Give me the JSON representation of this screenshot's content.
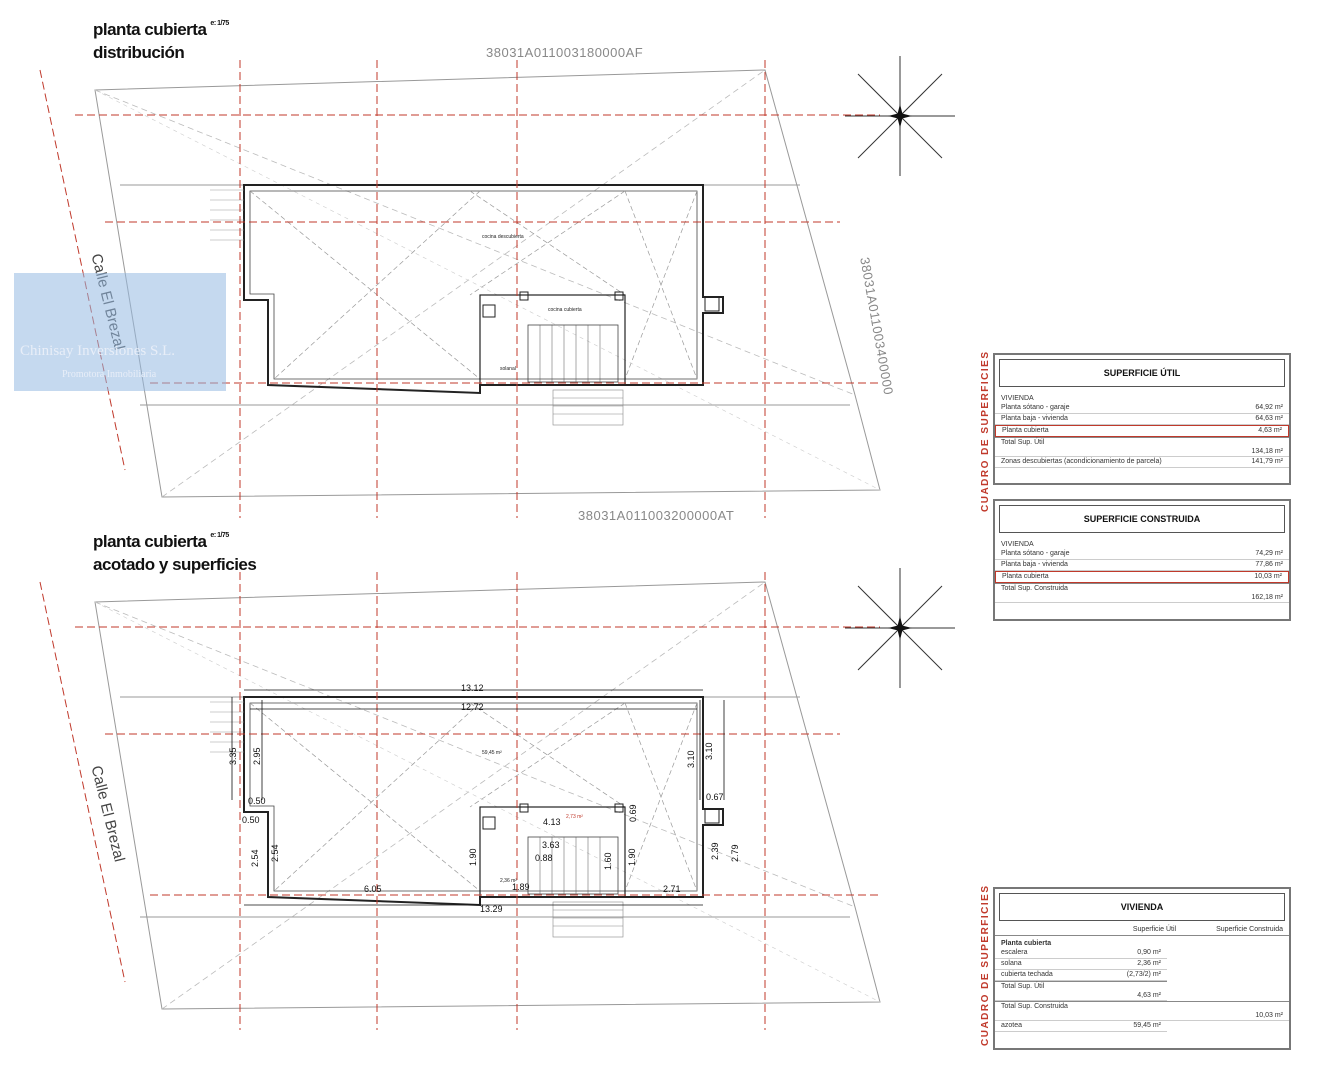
{
  "plans": [
    {
      "title": "planta cubierta",
      "scale": "e: 1/75",
      "subtitle": "distribución",
      "cadastral_top": "38031A011003180000AF",
      "cadastral_right": "38031A011003400000",
      "cadastral_bottom": "38031A011003200000AT",
      "street": "Calle El Brezal",
      "room_labels": [
        "cocina descubierta",
        "cocina cubierta",
        "solanal"
      ]
    },
    {
      "title": "planta cubierta",
      "scale": "e: 1/75",
      "subtitle": "acotado y superficies",
      "street": "Calle El Brezal",
      "area_label": "59,45 m²",
      "area_label_2": "2,73 m²",
      "area_label_3": "2,36 m²",
      "dimensions": {
        "top_outer": "13.12",
        "top_inner": "12.72",
        "left_a": "3.35",
        "left_b": "2.95",
        "left_c": "0.50",
        "left_d": "0.50",
        "left_e": "2.54",
        "left_f": "2.54",
        "bottom_outer": "13.29",
        "bottom_left": "6.05",
        "bottom_right": "2.71",
        "right_a": "3.10",
        "right_b": "3.10",
        "right_c": "0.67",
        "right_d": "2.39",
        "right_e": "2.79",
        "stair_w": "4.13",
        "stair_a": "0.69",
        "stair_b": "1.90",
        "stair_c": "1.90",
        "stair_d": "1.60",
        "stair_e": "0.88",
        "stair_f": "1.89",
        "stair_g": "3.63"
      }
    }
  ],
  "watermark": {
    "name": "Chinisay Inversiones S.L.",
    "subtitle": "Promotora Inmobiliaria"
  },
  "side_label": "CUADRO DE SUPERFICIES",
  "table_util": {
    "title": "SUPERFICIE ÚTIL",
    "section": "VIVIENDA",
    "rows": [
      {
        "label": "Planta sótano - garaje",
        "value": "64,92 m²"
      },
      {
        "label": "Planta baja - vivienda",
        "value": "64,63 m²"
      },
      {
        "label": "Planta cubierta",
        "value": "4,63 m²"
      }
    ],
    "total_label": "Total Sup. Útil",
    "total_value": "134,18 m²",
    "extra_label": "Zonas descubiertas (acondicionamiento de parcela)",
    "extra_value": "141,79 m²"
  },
  "table_construida": {
    "title": "SUPERFICIE CONSTRUIDA",
    "section": "VIVIENDA",
    "rows": [
      {
        "label": "Planta sótano - garaje",
        "value": "74,29 m²"
      },
      {
        "label": "Planta baja - vivienda",
        "value": "77,86 m²"
      },
      {
        "label": "Planta cubierta",
        "value": "10,03 m²"
      }
    ],
    "total_label": "Total Sup. Construida",
    "total_value": "162,18 m²"
  },
  "table_vivienda": {
    "title": "VIVIENDA",
    "col_util": "Superficie Útil",
    "col_construida": "Superficie Construida",
    "section": "Planta cubierta",
    "rows": [
      {
        "label": "escalera",
        "value": "0,90 m²"
      },
      {
        "label": "solana",
        "value": "2,36 m²"
      },
      {
        "label": "cubierta techada",
        "value": "(2,73/2) m²"
      }
    ],
    "total_util_label": "Total Sup. Útil",
    "total_util_value": "4,63 m²",
    "total_construida_label": "Total Sup. Construida",
    "total_construida_value": "10,03 m²",
    "extra_label": "azotea",
    "extra_value": "59,45 m²"
  },
  "colors": {
    "grid_red": "#c0392b",
    "lines": "#333333",
    "gray": "#888888"
  }
}
